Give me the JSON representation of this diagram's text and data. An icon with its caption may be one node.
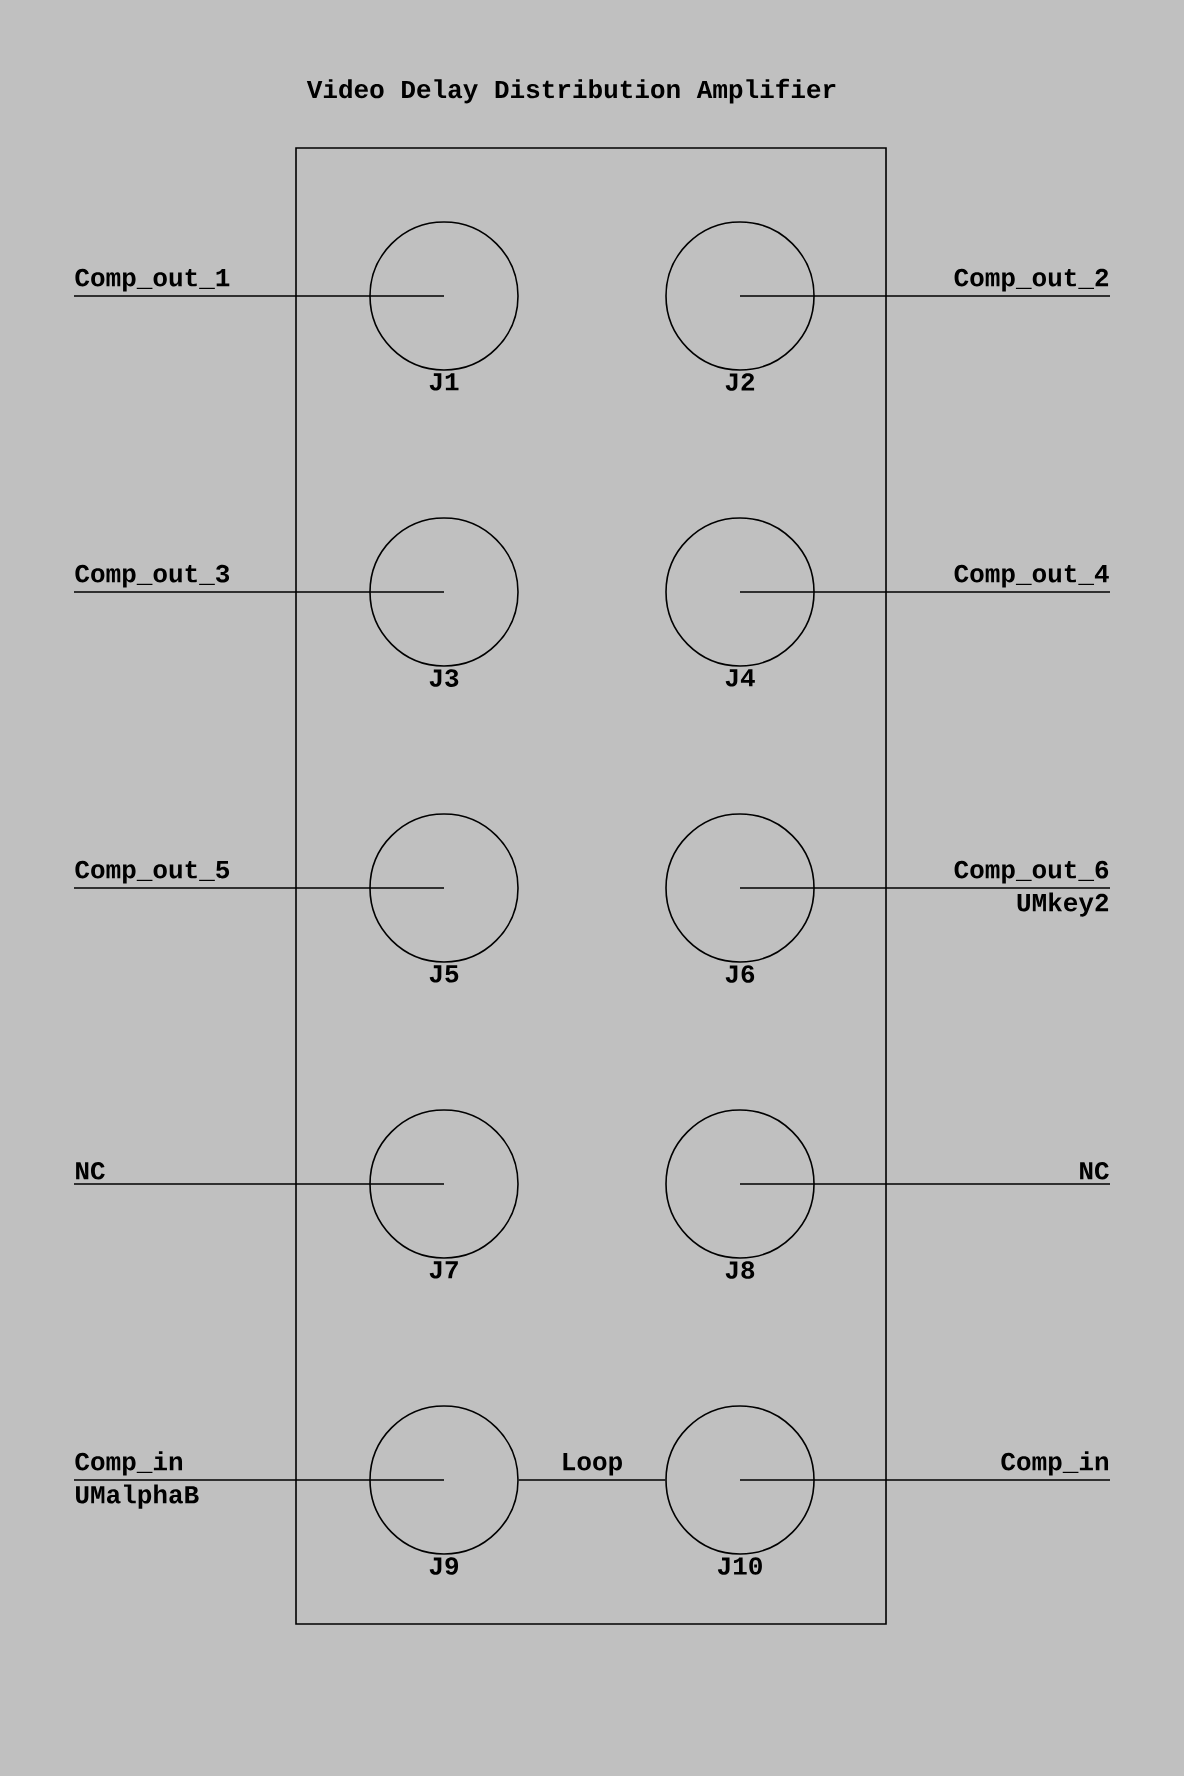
{
  "diagram": {
    "title": "Video Delay Distribution Amplifier",
    "nodes": [
      {
        "text": [],
        "shape": "box"
      },
      {
        "text": [
          "J1"
        ],
        "in": 0
      },
      {
        "text": [
          "J2"
        ],
        "in": 0
      },
      {
        "text": [
          "J3"
        ],
        "in": 0
      },
      {
        "text": [
          "J4"
        ],
        "in": 0
      },
      {
        "text": [
          "J5"
        ],
        "in": 0
      },
      {
        "text": [
          "J6"
        ],
        "in": 0
      },
      {
        "text": [
          "J7"
        ],
        "in": 0
      },
      {
        "text": [
          "J8"
        ],
        "in": 0
      },
      {
        "text": [
          "J9"
        ],
        "in": 0
      },
      {
        "text": [
          "J10"
        ],
        "in": 0
      },
      {
        "text": [
          "Comp_out_1"
        ]
      },
      {
        "text": [
          "Comp_out_2"
        ]
      },
      {
        "text": [
          "Comp_out_3"
        ]
      },
      {
        "text": [
          "Comp_out_4"
        ]
      },
      {
        "text": [
          "Comp_out_5"
        ]
      },
      {
        "text": [
          "Comp_out_6",
          "UMkey2"
        ]
      },
      {
        "text": [
          "NC"
        ]
      },
      {
        "text": [
          "NC"
        ]
      },
      {
        "text": [
          "Comp_in",
          "UMalphaB"
        ]
      },
      {
        "text": [
          "Comp_in"
        ]
      }
    ],
    "edges": [
      {
        "from": 11,
        "to": 1,
        "arrow": "none"
      },
      {
        "from": 12,
        "to": 2,
        "arrow": "none"
      },
      {
        "from": 13,
        "to": 3,
        "arrow": "none"
      },
      {
        "from": 14,
        "to": 4,
        "arrow": "none"
      },
      {
        "from": 15,
        "to": 5,
        "arrow": "none"
      },
      {
        "from": 16,
        "to": 6,
        "arrow": "none"
      },
      {
        "from": 17,
        "to": 7,
        "arrow": "none"
      },
      {
        "from": 18,
        "to": 8,
        "arrow": "none"
      },
      {
        "from": 19,
        "to": 9,
        "arrow": "none"
      },
      {
        "from": 20,
        "to": 10,
        "arrow": "none"
      },
      {
        "from": 9,
        "to": 10,
        "arrow": "none",
        "label": "Loop"
      }
    ]
  }
}
